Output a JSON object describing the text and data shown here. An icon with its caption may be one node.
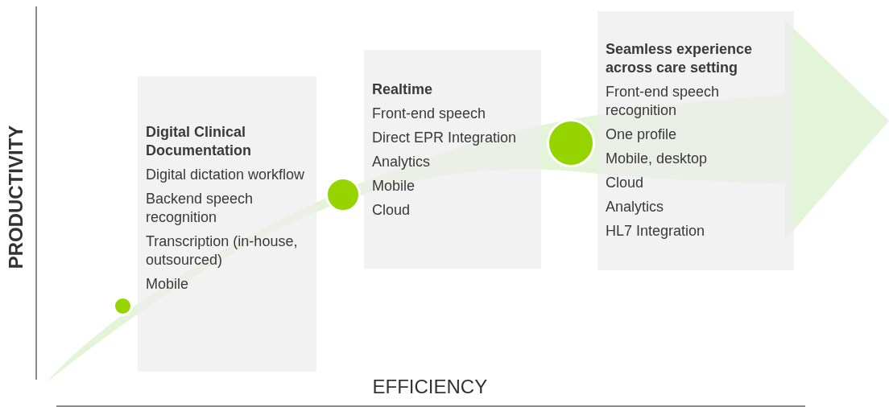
{
  "diagram": {
    "nodes": [
      {
        "text": [
          "Digital Clinical Documentation",
          "Digital dictation workflow",
          "Backend speech recognition",
          "Transcription (in-house, outsourced)",
          "Mobile"
        ]
      },
      {
        "text": [
          "Realtime",
          "Front-end speech",
          "Direct EPR Integration",
          "Analytics",
          "Mobile",
          "Cloud"
        ]
      },
      {
        "text": [
          "Seamless experience across care setting",
          "Front-end speech recognition",
          "One profile",
          "Mobile, desktop",
          "Cloud",
          "Analytics",
          "HL7 Integration"
        ]
      },
      {
        "text": [],
        "shape": "circle"
      },
      {
        "text": [],
        "shape": "circle"
      },
      {
        "text": [],
        "shape": "circle"
      }
    ],
    "labels": [
      "PRODUCTIVITY",
      "EFFICIENCY"
    ]
  }
}
